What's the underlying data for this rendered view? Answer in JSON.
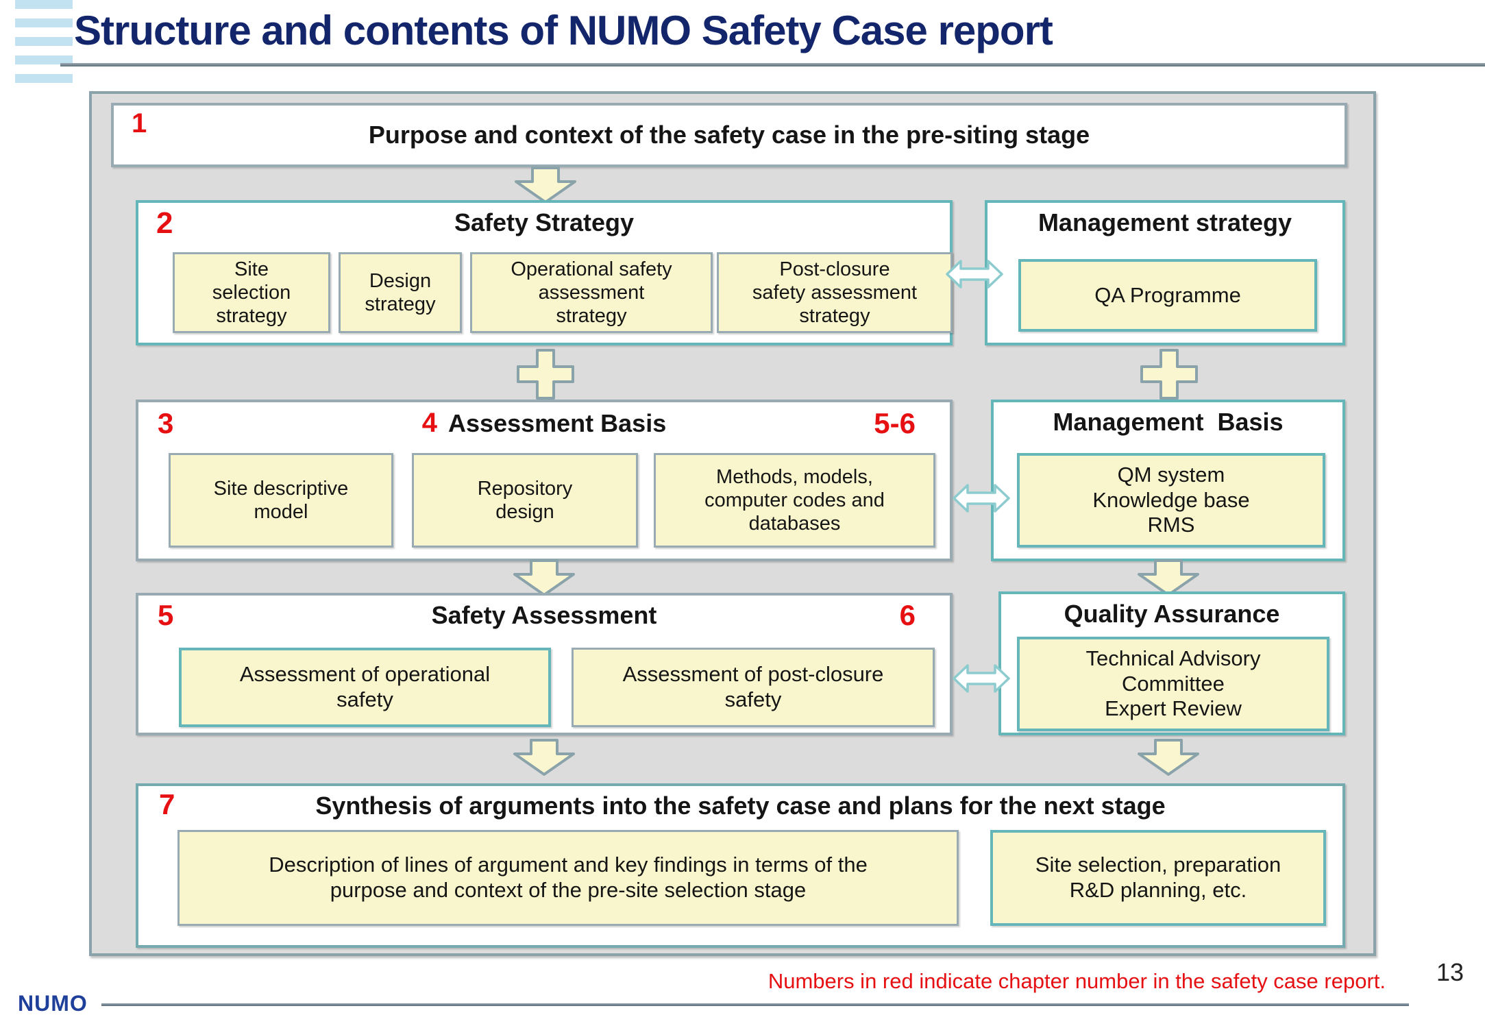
{
  "slide": {
    "title": "Structure and contents of NUMO Safety Case report",
    "footer_note": "Numbers in red indicate chapter number in the safety case report.",
    "page_number": "13",
    "logo": "NUMO"
  },
  "colors": {
    "navy": "#14266b",
    "red": "#e60f12",
    "yellow": "#f9f6cd",
    "teal_border": "#65b6b9",
    "gray_border": "#98aab2",
    "backdrop_gray": "#dcdcdc"
  },
  "diagram": {
    "purpose": {
      "number": "1",
      "title": "Purpose and context of the safety case in the pre-siting stage"
    },
    "safety_strategy": {
      "number": "2",
      "title": "Safety Strategy",
      "items": [
        "Site\nselection\nstrategy",
        "Design\nstrategy",
        "Operational safety\nassessment\nstrategy",
        "Post-closure\nsafety assessment\nstrategy"
      ]
    },
    "management_strategy": {
      "title": "Management strategy",
      "item": "QA Programme"
    },
    "assessment_basis": {
      "number_left": "3",
      "number_mid": "4",
      "number_right": "5-6",
      "title": "Assessment Basis",
      "items": [
        "Site descriptive\nmodel",
        "Repository\ndesign",
        "Methods, models,\ncomputer codes and\ndatabases"
      ]
    },
    "management_basis": {
      "title": "Management  Basis",
      "item": "QM system\nKnowledge base\nRMS"
    },
    "safety_assessment": {
      "number_left": "5",
      "number_right": "6",
      "title": "Safety Assessment",
      "items": [
        "Assessment of operational\nsafety",
        "Assessment of post-closure\nsafety"
      ]
    },
    "quality_assurance": {
      "title": "Quality Assurance",
      "item": "Technical Advisory\nCommittee\nExpert Review"
    },
    "synthesis": {
      "number": "7",
      "title": "Synthesis of arguments into the safety case and plans for the next stage",
      "items": [
        "Description of lines of argument and key findings in terms of the\npurpose and context of the pre-site selection stage",
        "Site selection, preparation\nR&D planning, etc."
      ]
    }
  }
}
